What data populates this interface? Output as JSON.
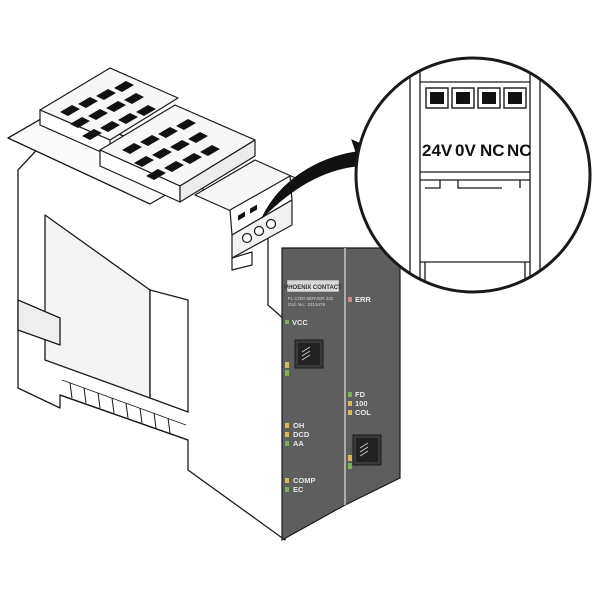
{
  "zoom_terminals": [
    "24V",
    "0V",
    "NC",
    "NC"
  ],
  "brand": "PHOENIX CONTACT",
  "device_text": [
    "FL COM SERVER 232",
    "Ord. No.: 2313478"
  ],
  "left_panel": {
    "vcc": "VCC",
    "status_leds": [
      "OH",
      "DCD",
      "AA"
    ],
    "comp_leds": [
      "COMP",
      "EC"
    ]
  },
  "right_panel": {
    "err": "ERR",
    "net_leds": [
      "FD",
      "100",
      "COL"
    ]
  },
  "colors": {
    "panel": "#5e5e5e",
    "led_green": "#7fae57",
    "led_yellow": "#d9b85a",
    "led_red": "#c98a8a",
    "outline": "#1a1a1a"
  }
}
